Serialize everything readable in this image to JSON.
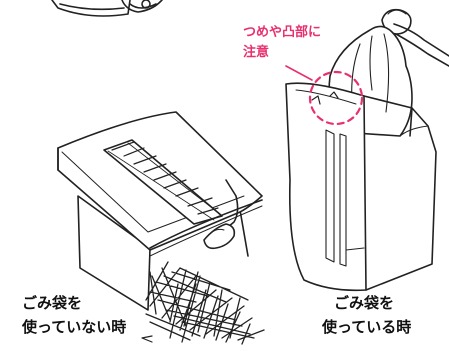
{
  "caution": {
    "line1": "つめや凸部に",
    "line2": "注意",
    "color": "#e8306e"
  },
  "captions": {
    "left_line1": "ごみ袋を",
    "left_line2": "使っていない時",
    "right_line1": "ごみ袋を",
    "right_line2": "使っている時"
  },
  "colors": {
    "line": "#222222",
    "accent": "#e8306e",
    "background": "#ffffff"
  }
}
